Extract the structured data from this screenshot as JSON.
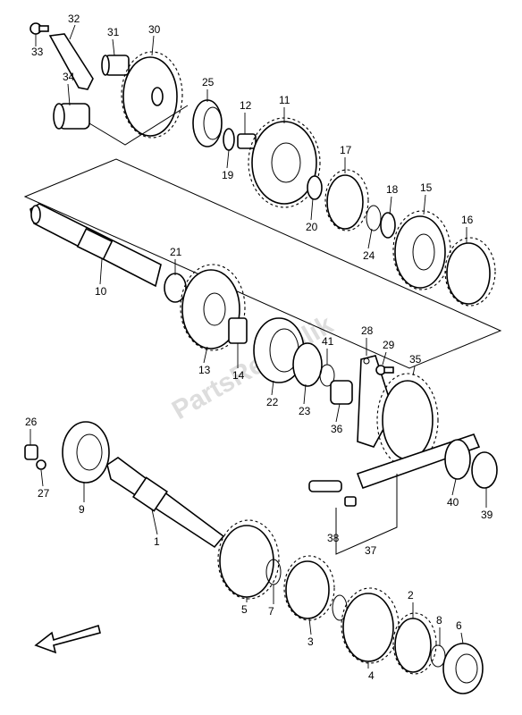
{
  "watermark": "PartsRepublik",
  "callouts": [
    "33",
    "32",
    "31",
    "30",
    "34",
    "25",
    "12",
    "19",
    "11",
    "20",
    "17",
    "18",
    "24",
    "15",
    "16",
    "10",
    "21",
    "13",
    "14",
    "22",
    "23",
    "41",
    "28",
    "29",
    "35",
    "36",
    "26",
    "27",
    "9",
    "1",
    "5",
    "7",
    "3",
    "38",
    "37",
    "40",
    "39",
    "2",
    "8",
    "6",
    "4"
  ],
  "direction_arrow": "front-arrow-icon"
}
